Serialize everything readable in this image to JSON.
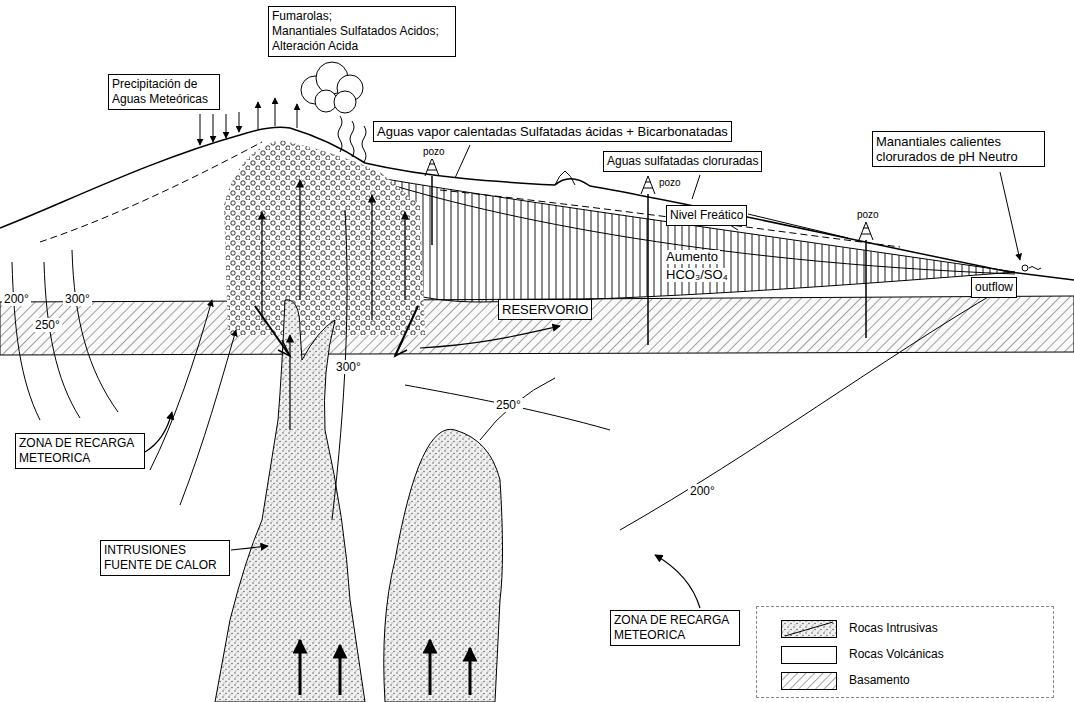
{
  "diagram": {
    "nodes": [
      {
        "text": [
          "Precipitación de Aguas Meteóricas"
        ]
      },
      {
        "text": [
          "Fumarolas;",
          "Manantiales Sulfatados Acidos;",
          "Alteración Acida"
        ]
      },
      {
        "text": [
          "Aguas vapor calentadas Sulfatadas ácidas + Bicarbonatadas"
        ]
      },
      {
        "text": [
          "Aguas sulfatadas cloruradas"
        ]
      },
      {
        "text": [
          "Manantiales calientes clorurados de pH Neutro"
        ]
      },
      {
        "text": [
          "Nivel Freático"
        ]
      },
      {
        "text": [
          "RESERVORIO"
        ]
      },
      {
        "text": [
          "outflow"
        ]
      },
      {
        "text": [
          "ZONA DE RECARGA METEORICA"
        ]
      },
      {
        "text": [
          "INTRUSIONES FUENTE DE CALOR"
        ]
      },
      {
        "text": [
          "ZONA DE RECARGA METEORICA"
        ]
      }
    ],
    "labels": [
      "pozo",
      "pozo",
      "pozo",
      "Aumento",
      "HCO₃/SO₄",
      "200°",
      "250°",
      "300°",
      "300°",
      "250°",
      "200°"
    ],
    "legend": [
      {
        "text": "Rocas Intrusivas"
      },
      {
        "text": "Rocas Volcánicas"
      },
      {
        "text": "Basamento"
      }
    ]
  }
}
